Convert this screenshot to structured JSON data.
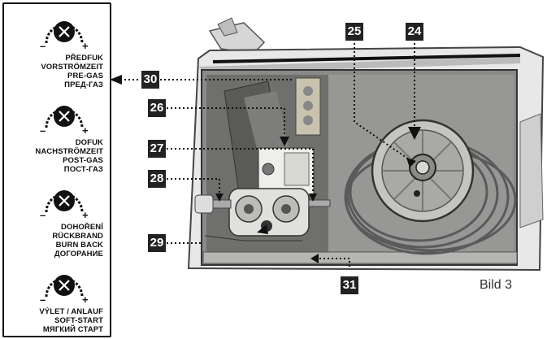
{
  "panel": {
    "knobs": [
      {
        "labels": [
          "PŘEDFUK",
          "VORSTRÖMZEIT",
          "PRE-GAS",
          "ПРЕД-ГАЗ"
        ]
      },
      {
        "labels": [
          "DOFUK",
          "NACHSTRÖMZEIT",
          "POST-GAS",
          "ПОСТ-ГАЗ"
        ]
      },
      {
        "labels": [
          "DOHOŘENÍ",
          "RÜCKBRAND",
          "BURN BACK",
          "ДОГОРАНИЕ"
        ]
      },
      {
        "labels": [
          "VÝLET / ANLAUF",
          "SOFT-START",
          "МЯГКИЙ СТАРТ"
        ]
      }
    ],
    "minus_sign": "–",
    "plus_sign": "+"
  },
  "callouts": {
    "c24": "24",
    "c25": "25",
    "c26": "26",
    "c27": "27",
    "c28": "28",
    "c29": "29",
    "c30": "30",
    "c31": "31"
  },
  "caption": "Bild 3"
}
